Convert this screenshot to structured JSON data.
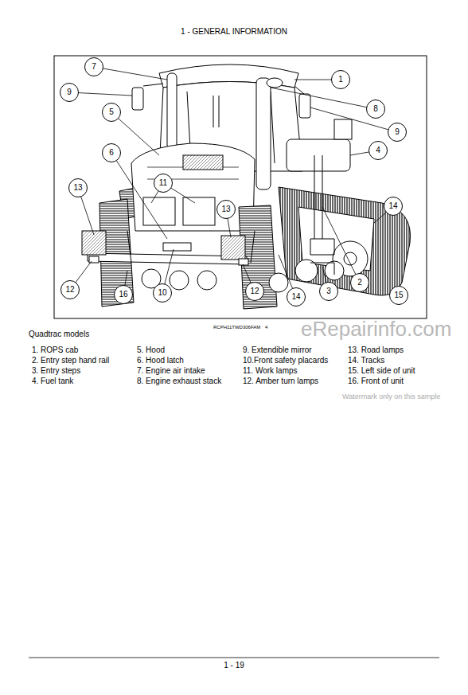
{
  "diagram": {
    "title": "1 - GENERAL INFORMATION",
    "caption": "Quadtrac models",
    "labels": [
      "7",
      "9",
      "5",
      "6",
      "11",
      "13",
      "13",
      "12",
      "16",
      "10",
      "12",
      "14",
      "3",
      "2",
      "15",
      "14",
      "4",
      "9",
      "8",
      "1",
      "RCPH11TWD306FAM",
      "4",
      "1. ROPS cab",
      "5. Hood",
      "9. Extendible mirror",
      "13. Road lamps",
      "2. Entry step hand rail",
      "6. Hood latch",
      "10.Front safety placards",
      "14. Tracks",
      "3. Entry steps",
      "7. Engine air intake",
      "11. Work lamps",
      "15. Left side of unit",
      "4. Fuel tank",
      "8. Engine exhaust stack",
      "12. Amber turn lamps",
      "16. Front of unit",
      "1 - 19",
      "eRepairinfo.com",
      "Watermark only on this sample"
    ]
  }
}
